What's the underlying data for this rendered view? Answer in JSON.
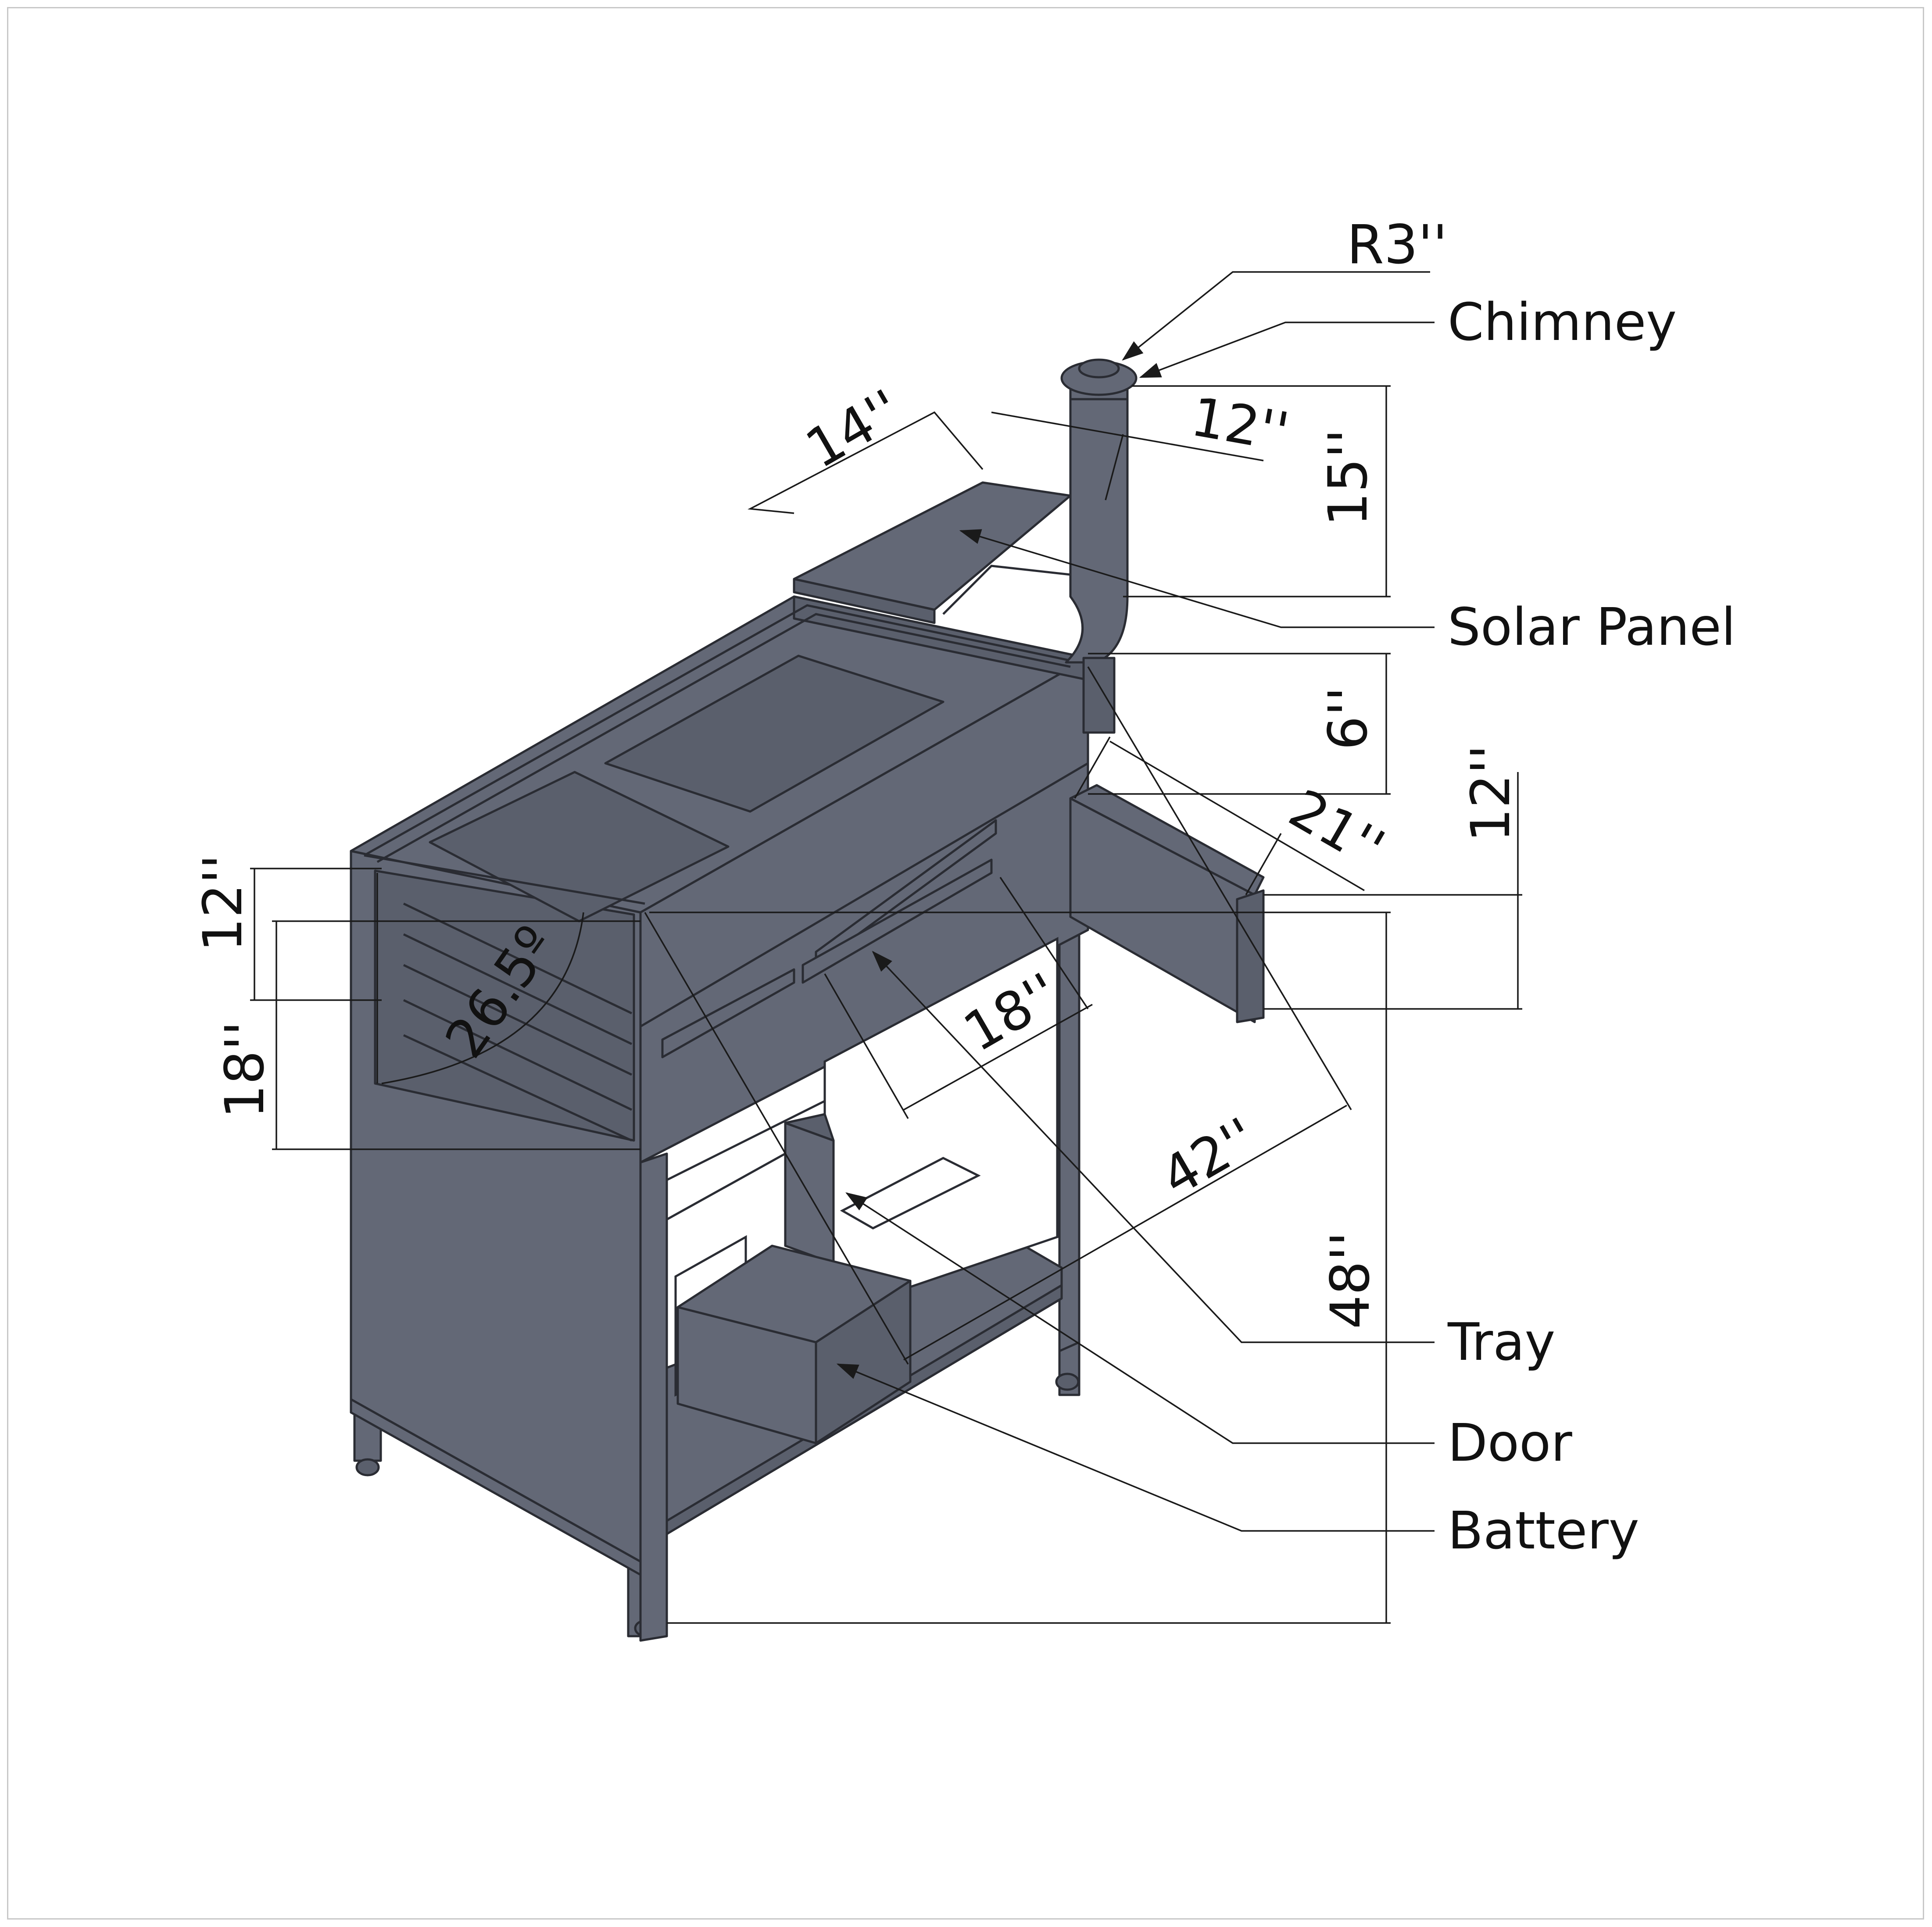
{
  "callouts": {
    "radius": "R3''",
    "chimney": "Chimney",
    "solar_panel": "Solar Panel",
    "tray": "Tray",
    "door": "Door",
    "battery": "Battery"
  },
  "dimensions": {
    "panel_length": "14''",
    "panel_width": "12''",
    "chimney_height": "15''",
    "chimney_offset": "6''",
    "shelf_depth": "21''",
    "shelf_height": "12''",
    "side_upper": "12''",
    "side_lower": "18''",
    "tilt_angle": "26.5º",
    "tray_width": "18''",
    "cabinet_length": "42''",
    "total_height": "48''"
  }
}
